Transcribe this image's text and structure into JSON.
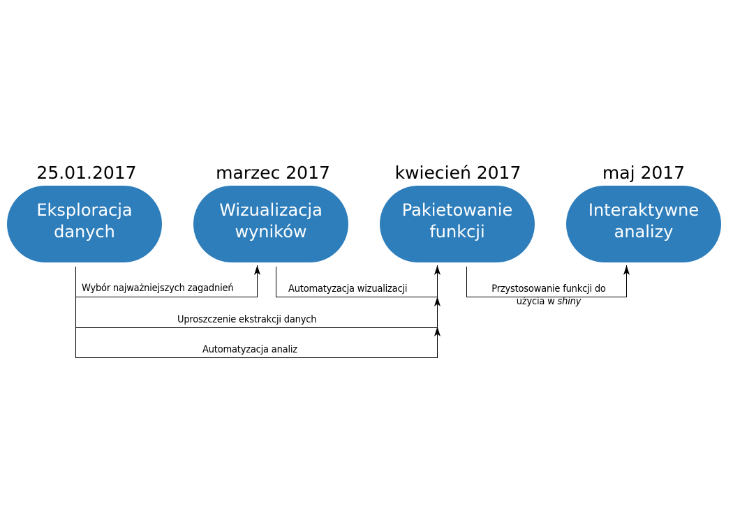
{
  "colors": {
    "node_fill": "#2e7ebc",
    "node_text": "#ffffff",
    "line": "#000000"
  },
  "stages": [
    {
      "date": "25.01.2017",
      "line1": "Eksploracja",
      "line2": "danych"
    },
    {
      "date": "marzec 2017",
      "line1": "Wizualizacja",
      "line2": "wyników"
    },
    {
      "date": "kwiecień 2017",
      "line1": "Pakietowanie",
      "line2": "funkcji"
    },
    {
      "date": "maj 2017",
      "line1": "Interaktywne",
      "line2": "analizy"
    }
  ],
  "edges": {
    "e1": "Wybór najważniejszych zagadnień",
    "e2": "Automatyzacja wizualizacji",
    "e3": "Uproszczenie ekstrakcji danych",
    "e4": "Automatyzacja analiz",
    "e5_line1": "Przystosowanie funkcji do",
    "e5_line2_prefix": "użycia w ",
    "e5_line2_em": "shiny"
  }
}
